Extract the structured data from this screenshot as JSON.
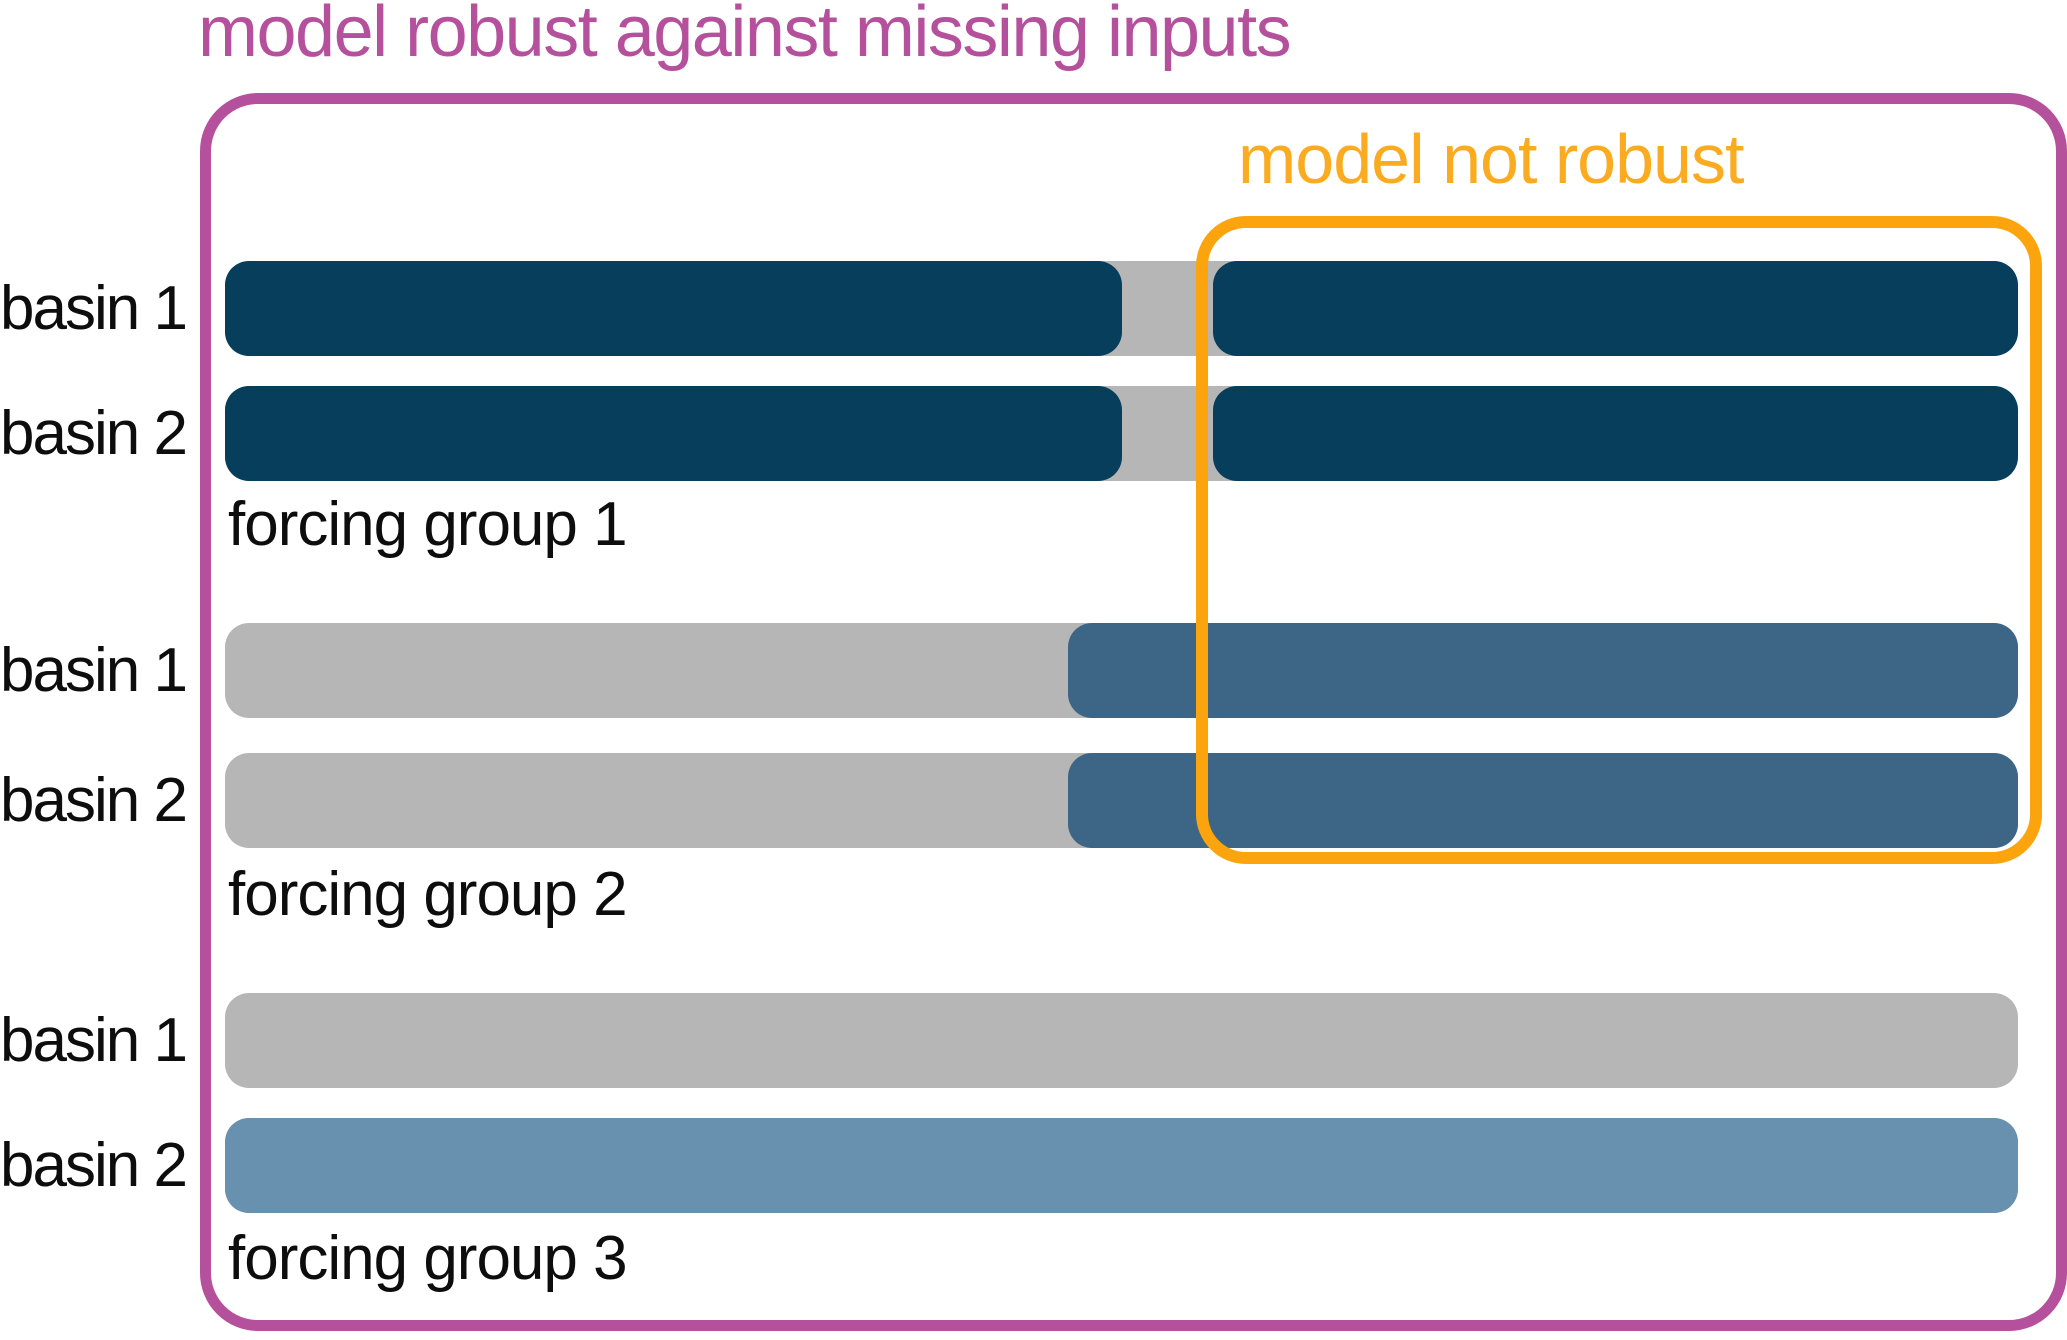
{
  "title": {
    "text": "model robust against missing inputs"
  },
  "not_robust": {
    "text": "model not robust"
  },
  "colors": {
    "magenta": "#b5519c",
    "orange_text": "#fbab1f",
    "orange_stroke": "#fca40d",
    "navy": "#073e5b",
    "steel_blue": "#3d6586",
    "light_steel_blue": "#6890af",
    "gray": "#b6b6b6",
    "label_text": "#0d0d0d"
  },
  "groups": [
    {
      "label": "forcing group 1",
      "rows": [
        {
          "basin": "basin 1",
          "base_color": "gray",
          "segments": [
            {
              "color": "navy",
              "left_pct": 0,
              "width_pct": 50.0
            },
            {
              "color": "navy",
              "left_pct": 55.1,
              "width_pct": 44.9
            }
          ]
        },
        {
          "basin": "basin 2",
          "base_color": "gray",
          "segments": [
            {
              "color": "navy",
              "left_pct": 0,
              "width_pct": 50.0
            },
            {
              "color": "navy",
              "left_pct": 55.1,
              "width_pct": 44.9
            }
          ]
        }
      ]
    },
    {
      "label": "forcing group 2",
      "rows": [
        {
          "basin": "basin 1",
          "base_color": "gray",
          "segments": [
            {
              "color": "steel_blue",
              "left_pct": 47.0,
              "width_pct": 53.0
            }
          ]
        },
        {
          "basin": "basin 2",
          "base_color": "gray",
          "segments": [
            {
              "color": "steel_blue",
              "left_pct": 47.0,
              "width_pct": 53.0
            }
          ]
        }
      ]
    },
    {
      "label": "forcing group 3",
      "rows": [
        {
          "basin": "basin 1",
          "base_color": "gray",
          "segments": []
        },
        {
          "basin": "basin 2",
          "base_color": "gray",
          "segments": [
            {
              "color": "light_steel_blue",
              "left_pct": 0,
              "width_pct": 100
            }
          ]
        }
      ]
    }
  ]
}
